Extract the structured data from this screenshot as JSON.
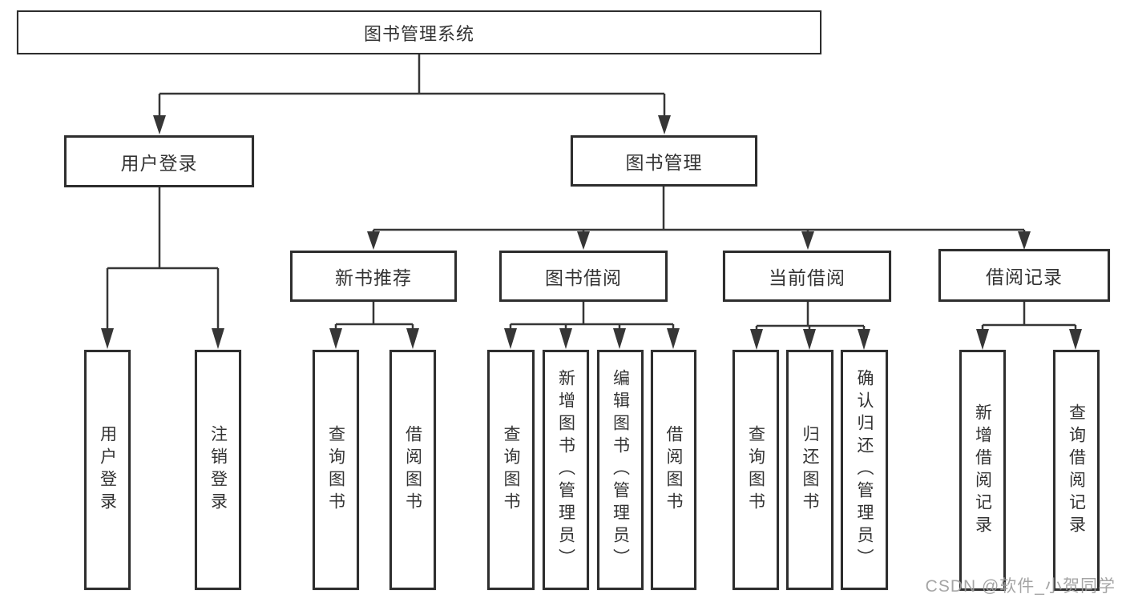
{
  "diagram": {
    "nodes": {
      "root": "图书管理系统",
      "user_login": "用户登录",
      "book_mgmt": "图书管理",
      "new_book_rec": "新书推荐",
      "book_borrow": "图书借阅",
      "current_borrow": "当前借阅",
      "borrow_record": "借阅记录",
      "login_action": "用户登录",
      "logout": "注销登录",
      "query_books_rec": "查询图书",
      "borrow_books_rec": "借阅图书",
      "query_books_borrow": "查询图书",
      "add_books_admin": "新增图书（管理员）",
      "edit_books_admin": "编辑图书（管理员）",
      "borrow_books": "借阅图书",
      "query_books_current": "查询图书",
      "return_books": "归还图书",
      "confirm_return_admin": "确认归还（管理员）",
      "add_borrow_record": "新增借阅记录",
      "query_borrow_record": "查询借阅记录"
    },
    "line_color": "#363636",
    "watermark": "CSDN @软件_小贺同学"
  }
}
